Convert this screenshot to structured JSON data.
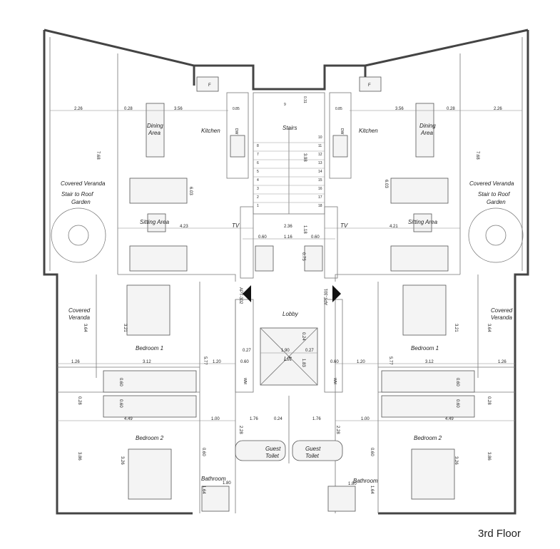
{
  "floor_label": "3rd Floor",
  "left": {
    "apt": "APT-302",
    "rooms": {
      "covered_veranda_top": "Covered Veranda",
      "stair_roof": [
        "Stair to Roof",
        "Garden"
      ],
      "dining": [
        "Dining",
        "Area"
      ],
      "kitchen": "Kitchen",
      "sitting": "Sitting Area",
      "tv": "TV",
      "covered_veranda_side": [
        "Covered",
        "Veranda"
      ],
      "bedroom1": "Bedroom 1",
      "bedroom2": "Bedroom 2",
      "bathroom": "Bathroom",
      "guest_toilet": [
        "Guest",
        "Toilet"
      ]
    },
    "fixtures": {
      "fridge": "F",
      "dishwasher": "DW",
      "wardrobe": "WM"
    },
    "dims": {
      "d226": "2.26",
      "d028a": "0.28",
      "d356": "3.56",
      "d768": "7.68",
      "d603": "6.03",
      "d423": "4.23",
      "d085": "0.85",
      "d321": "3.21",
      "d364": "3.64",
      "d126": "1.26",
      "d312": "3.12",
      "d577": "5.77",
      "d120": "1.20",
      "d060a": "0.60",
      "d028b": "0.28",
      "d449": "4.49",
      "d100": "1.00",
      "d386": "3.86",
      "d326": "3.26",
      "d060b": "0.60",
      "d164": "1.64",
      "d180": "1.80",
      "d176": "1.76",
      "d228": "2.28",
      "d024": "0.24",
      "d027": "0.27",
      "d060c": "0.60",
      "d060d": "0.60"
    }
  },
  "right": {
    "apt": "APT-301",
    "rooms": {
      "covered_veranda_top": "Covered Veranda",
      "stair_roof": [
        "Stair to Roof",
        "Garden"
      ],
      "dining": [
        "Dining",
        "Area"
      ],
      "kitchen": "Kitchen",
      "sitting": "Sitting Area",
      "tv": "TV",
      "covered_veranda_side": [
        "Covered",
        "Veranda"
      ],
      "bedroom1": "Bedroom 1",
      "bedroom2": "Bedroom 2",
      "bathroom": "Bathroom",
      "guest_toilet": [
        "Guest",
        "Toilet"
      ]
    },
    "fixtures": {
      "fridge": "F",
      "dishwasher": "DW",
      "wardrobe": "WM"
    },
    "dims": {
      "d226": "2.26",
      "d028a": "0.28",
      "d356": "3.56",
      "d768": "7.68",
      "d603": "6.03",
      "d421": "4.21",
      "d085": "0.85",
      "d321": "3.21",
      "d364": "3.64",
      "d126": "1.26",
      "d312": "3.12",
      "d577": "5.77",
      "d120": "1.20",
      "d060a": "0.60",
      "d028b": "0.28",
      "d449": "4.49",
      "d100": "1.00",
      "d386": "3.86",
      "d326": "3.26",
      "d060b": "0.60",
      "d164": "1.64",
      "d180": "1.80",
      "d176": "1.76",
      "d228": "2.28",
      "d027": "0.27",
      "d060c": "0.60",
      "d060d": "0.60"
    }
  },
  "core": {
    "stairs": "Stairs",
    "lobby": "Lobby",
    "lift": "Lift",
    "step_numbers_left": [
      "9",
      "8",
      "7",
      "6",
      "5",
      "4",
      "3",
      "2",
      "1"
    ],
    "step_numbers_right": [
      "10",
      "11",
      "12",
      "13",
      "14",
      "15",
      "16",
      "17",
      "18"
    ],
    "dims": {
      "d031": "0.31",
      "d398": "3.98",
      "d236": "2.36",
      "d118": "1.18",
      "d060l": "0.60",
      "d116": "1.16",
      "d060r": "0.60",
      "d075": "0.75",
      "d190": "1.90",
      "d183": "1.83",
      "d024": "0.24"
    }
  }
}
